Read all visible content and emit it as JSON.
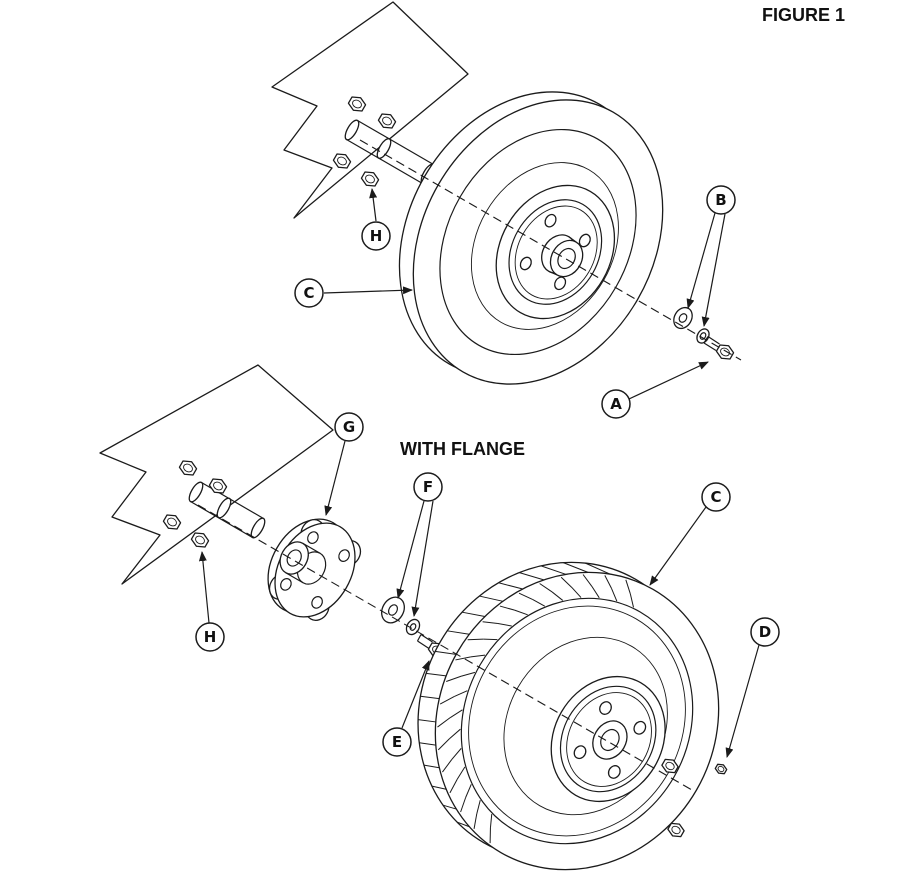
{
  "figure": {
    "title": "FIGURE 1",
    "note_with_flange": "WITH FLANGE"
  },
  "callouts": {
    "a": "A",
    "b": "B",
    "c_top": "C",
    "h_top": "H",
    "g": "G",
    "f": "F",
    "c_bottom": "C",
    "d": "D",
    "e": "E",
    "h_bottom": "H"
  },
  "colors": {
    "line": "#1b1b1b",
    "background": "#ffffff"
  }
}
